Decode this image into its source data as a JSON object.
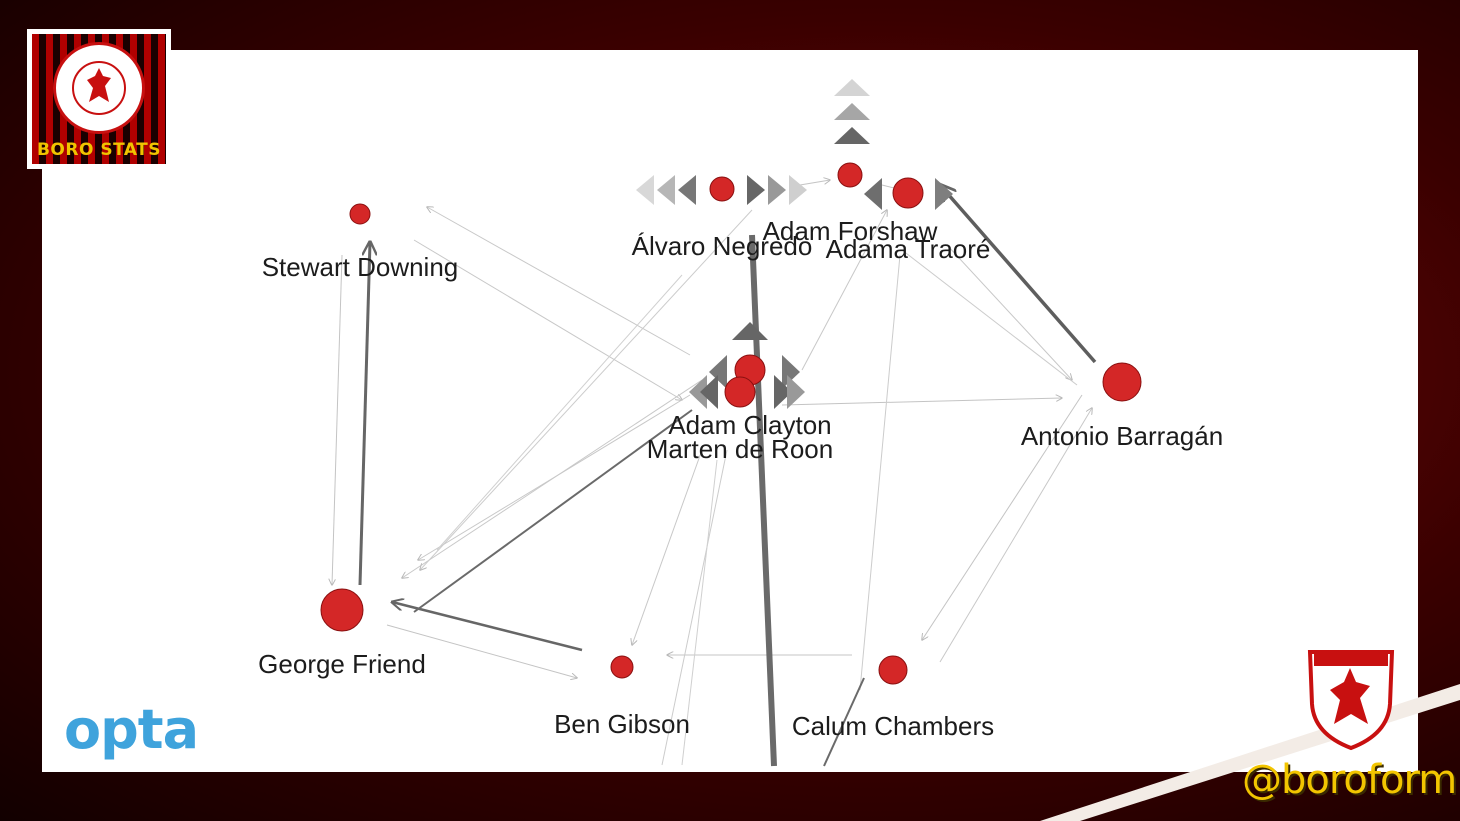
{
  "branding": {
    "badge_text": "BORO STATS",
    "provider": "opta",
    "handle": "@boroform"
  },
  "network": {
    "players": [
      {
        "id": "downing",
        "name": "Stewart Downing"
      },
      {
        "id": "negredo",
        "name": "Álvaro Negredo"
      },
      {
        "id": "forshaw",
        "name": "Adam Forshaw"
      },
      {
        "id": "traore",
        "name": "Adama Traoré"
      },
      {
        "id": "clayton",
        "name": "Adam Clayton"
      },
      {
        "id": "deroon",
        "name": "Marten de Roon"
      },
      {
        "id": "barragan",
        "name": "Antonio Barragán"
      },
      {
        "id": "friend",
        "name": "George Friend"
      },
      {
        "id": "gibson",
        "name": "Ben Gibson"
      },
      {
        "id": "chambers",
        "name": "Calum Chambers"
      }
    ]
  },
  "colors": {
    "node": "#d42727",
    "panel": "#ffffff",
    "brand_yellow": "#f2c500",
    "opta_blue": "#3fa3dc"
  }
}
